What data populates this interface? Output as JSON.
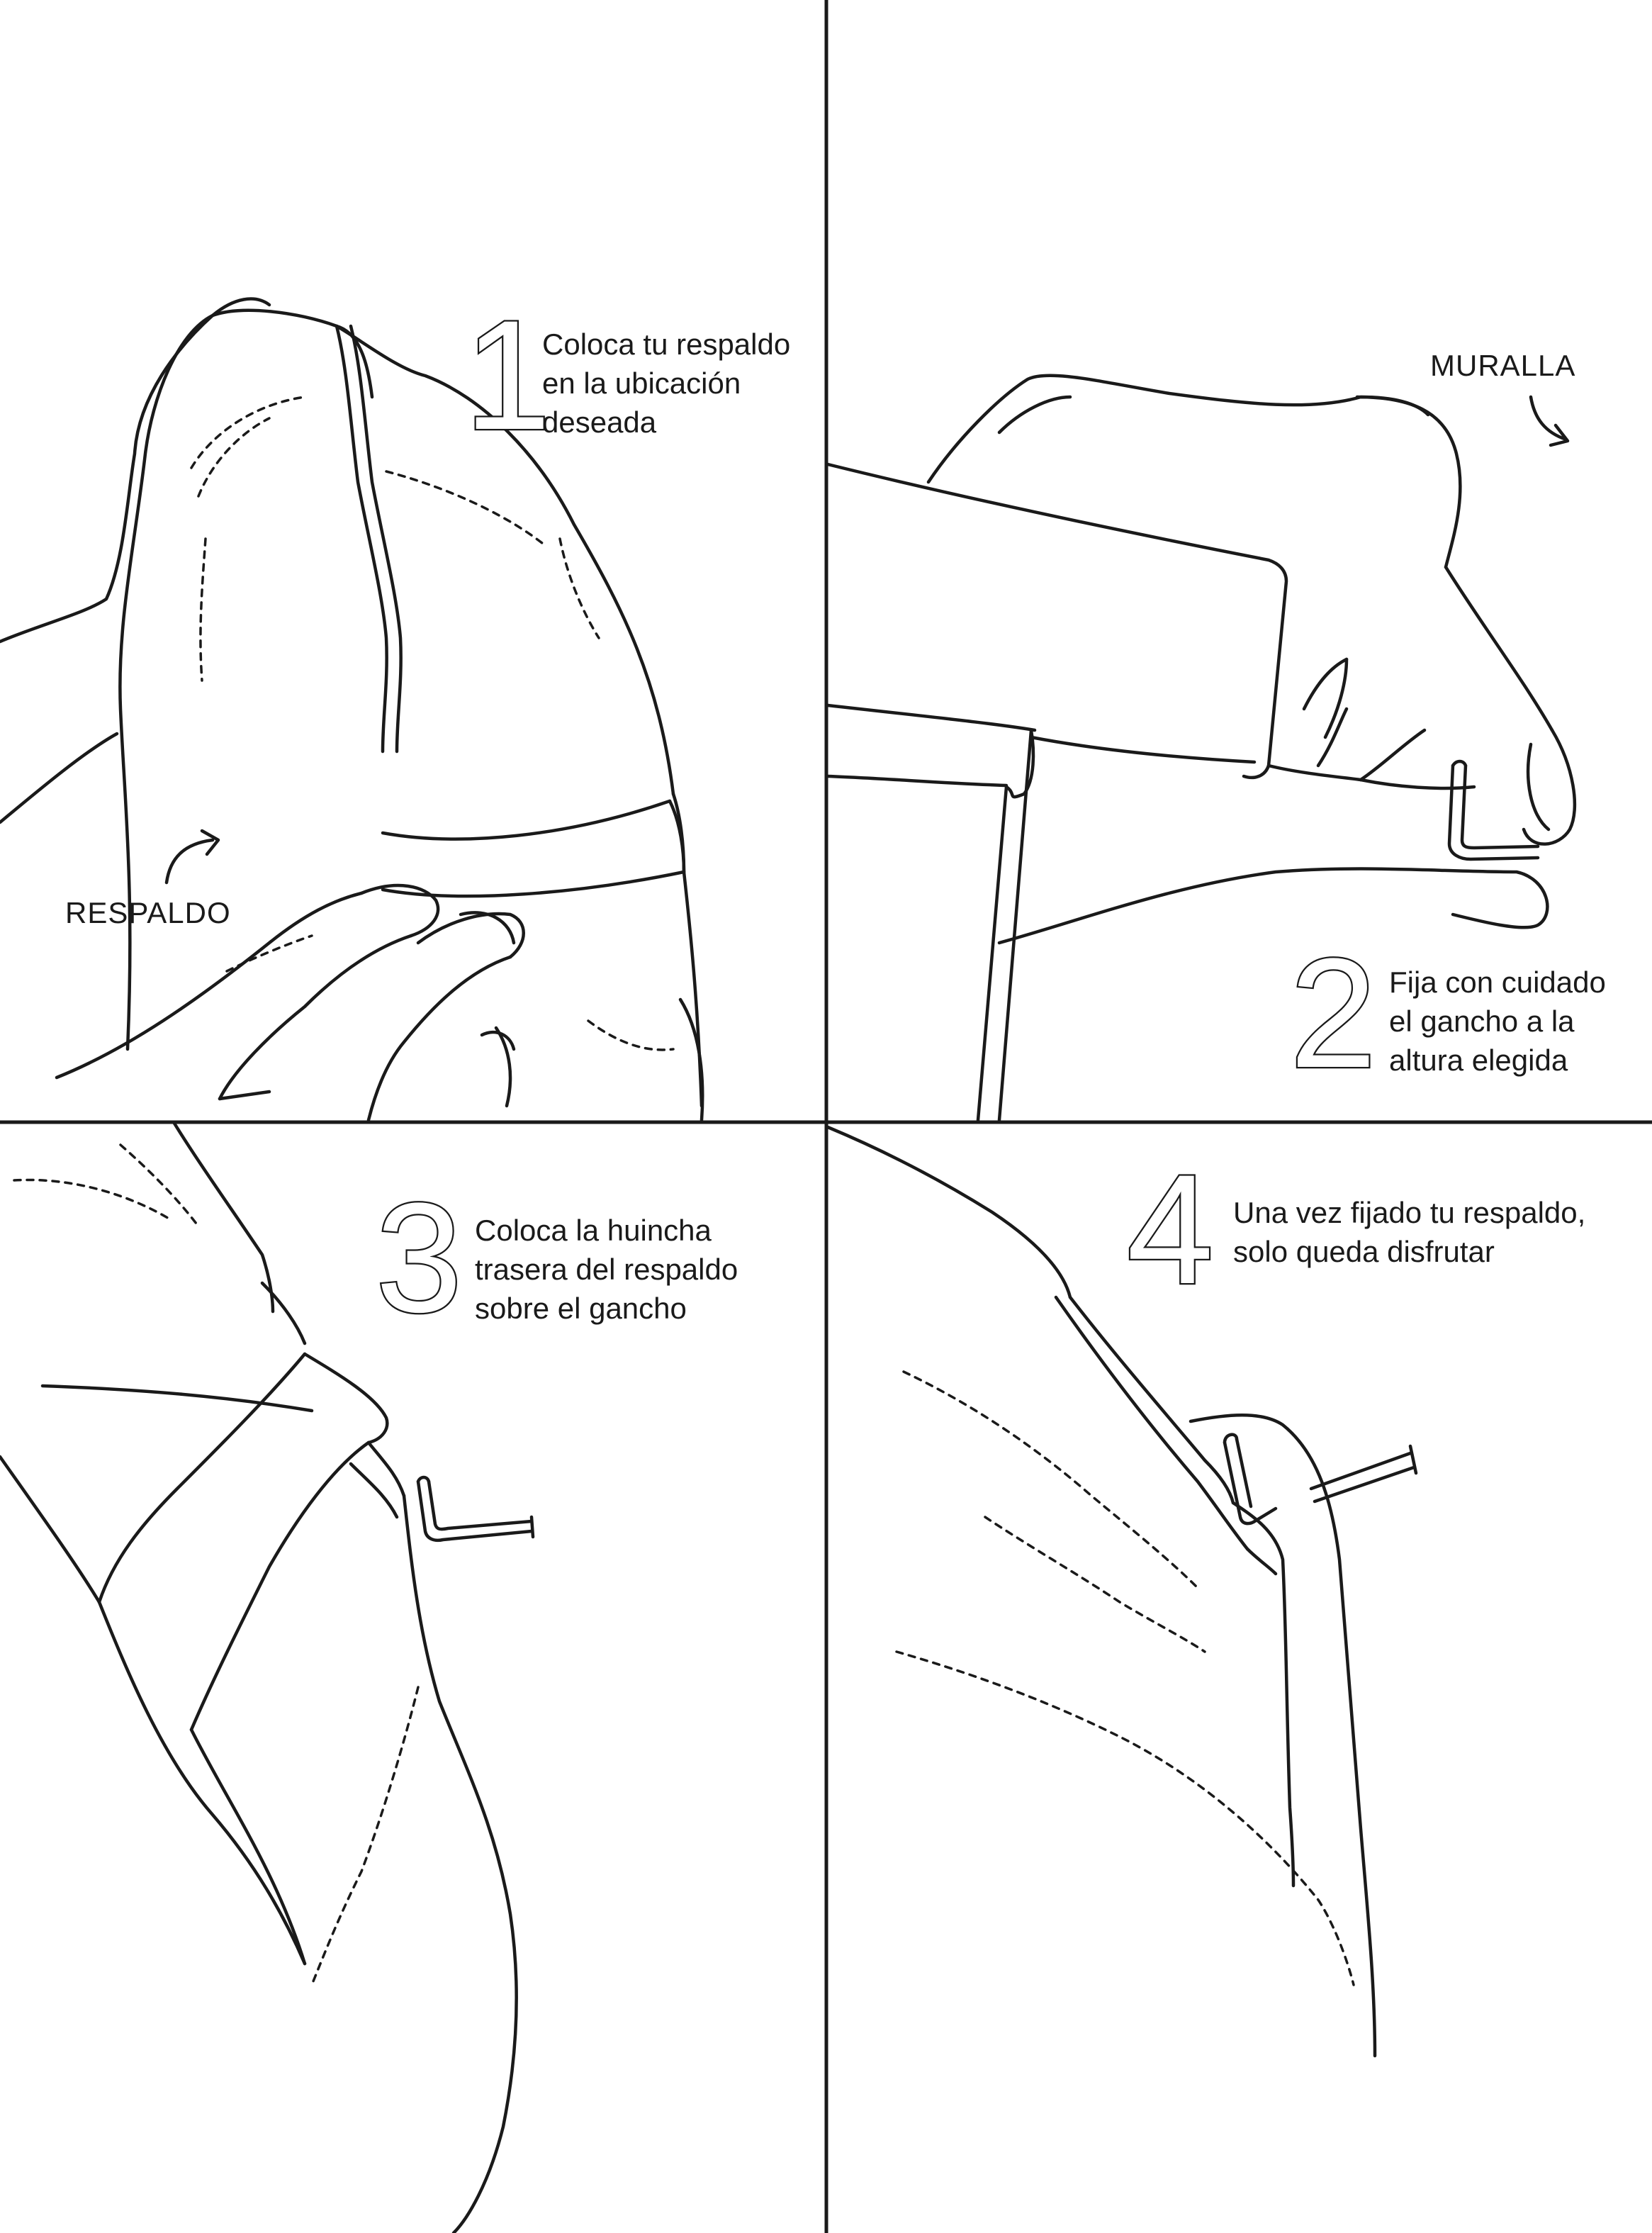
{
  "panels": [
    {
      "number": "1",
      "lines": [
        "Coloca tu respaldo",
        "en la ubicación",
        "deseada"
      ],
      "label": "RESPALDO"
    },
    {
      "number": "2",
      "lines": [
        "Fija con cuidado",
        "el gancho a la",
        "altura elegida"
      ],
      "label": "MURALLA"
    },
    {
      "number": "3",
      "lines": [
        "Coloca la huincha",
        "trasera del respaldo",
        "sobre el gancho"
      ]
    },
    {
      "number": "4",
      "lines": [
        "Una vez fijado tu respaldo,",
        "solo queda disfrutar"
      ]
    }
  ],
  "colors": {
    "ink": "#1a1a1a",
    "background": "#ffffff"
  }
}
